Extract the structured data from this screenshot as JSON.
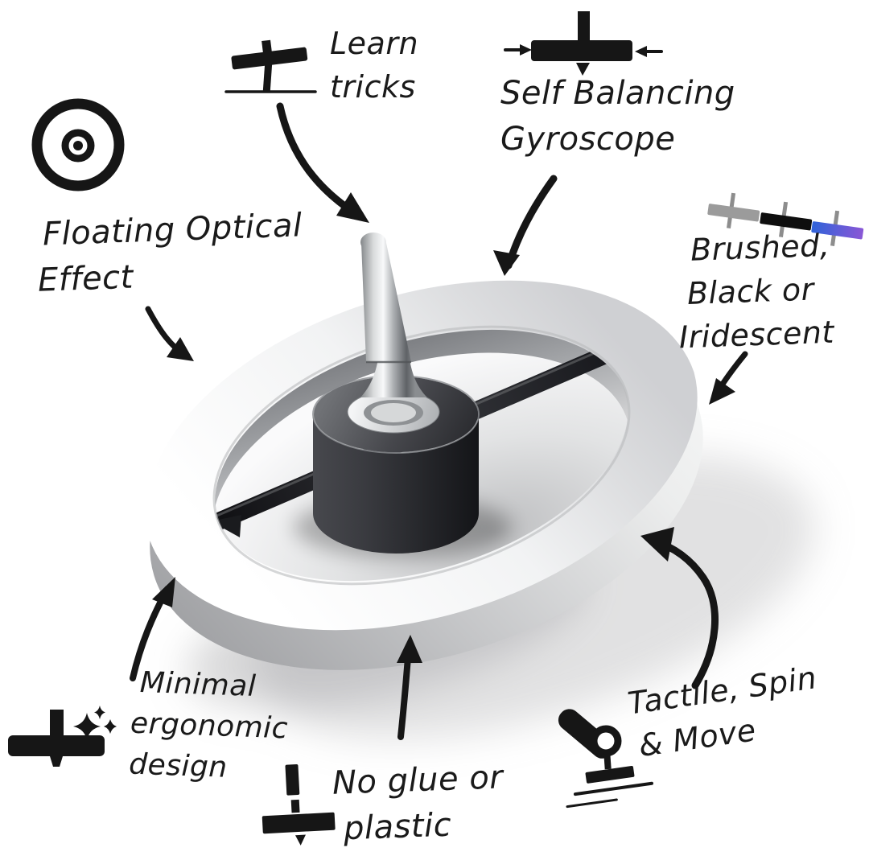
{
  "product": {
    "name": "Self-balancing gyroscope spinning top",
    "parts": [
      "polished metal ring",
      "black center hub",
      "chrome spindle",
      "cross spoke"
    ]
  },
  "annotations": {
    "learn_tricks": {
      "icon": "tilted-top-on-line-icon",
      "lines": [
        "Learn",
        "tricks"
      ]
    },
    "self_balancing": {
      "icon": "top-with-inward-arrows-icon",
      "lines": [
        "Self Balancing",
        "Gyroscope"
      ]
    },
    "floating_optical": {
      "icon": "concentric-circles-icon",
      "lines": [
        "Floating Optical",
        "Effect"
      ]
    },
    "finishes": {
      "icon": "three-finish-tops-icon",
      "lines": [
        "Brushed,",
        "Black or",
        "Iridescent"
      ],
      "finish_colors": {
        "brushed": "#9b9b9b",
        "black": "#0e0e0e",
        "iridescent_blue": "#2f63d9",
        "iridescent_purple": "#8a57d6",
        "stem_gray": "#8d8d8d"
      }
    },
    "minimal_design": {
      "icon": "top-with-sparkles-icon",
      "lines": [
        "Minimal",
        "ergonomic",
        "design"
      ]
    },
    "no_glue": {
      "icon": "exploded-top-icon",
      "lines": [
        "No glue or",
        "plastic"
      ]
    },
    "tactile": {
      "icon": "hand-spinning-top-icon",
      "lines": [
        "Tactile, Spin",
        "& Move"
      ]
    }
  },
  "colors": {
    "ink": "#1a1a1a",
    "background": "#ffffff"
  }
}
